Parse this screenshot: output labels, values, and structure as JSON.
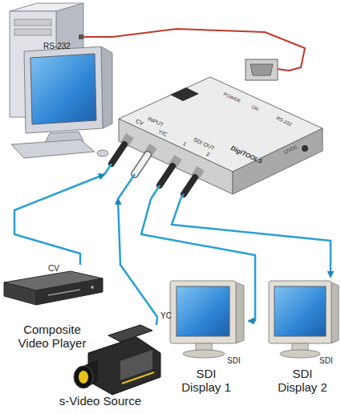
{
  "diagram": {
    "nodes": [
      {
        "text": [
          "RS-232"
        ]
      },
      {
        "text": [
          "CV",
          "INPUT",
          "Y/C",
          "1",
          "2",
          "SDI OUT",
          "DigiTOOLS",
          "12VDC",
          "POWER",
          "ON",
          "RS-232"
        ]
      },
      {
        "text": [
          "Composite Video Player"
        ]
      },
      {
        "text": [
          "s-Video Source"
        ]
      },
      {
        "text": [
          "SDI Display 1"
        ]
      },
      {
        "text": [
          "SDI Display 2"
        ]
      }
    ],
    "edges": [
      {
        "from": 0,
        "to": 1,
        "arrow": "none"
      },
      {
        "from": 2,
        "to": 1,
        "label": "CV",
        "arrow": "to"
      },
      {
        "from": 3,
        "to": 1,
        "label": "YC",
        "arrow": "to"
      },
      {
        "from": 1,
        "to": 4,
        "label": "SDI",
        "arrow": "to"
      },
      {
        "from": 1,
        "to": 5,
        "label": "SDI",
        "arrow": "to"
      }
    ]
  }
}
